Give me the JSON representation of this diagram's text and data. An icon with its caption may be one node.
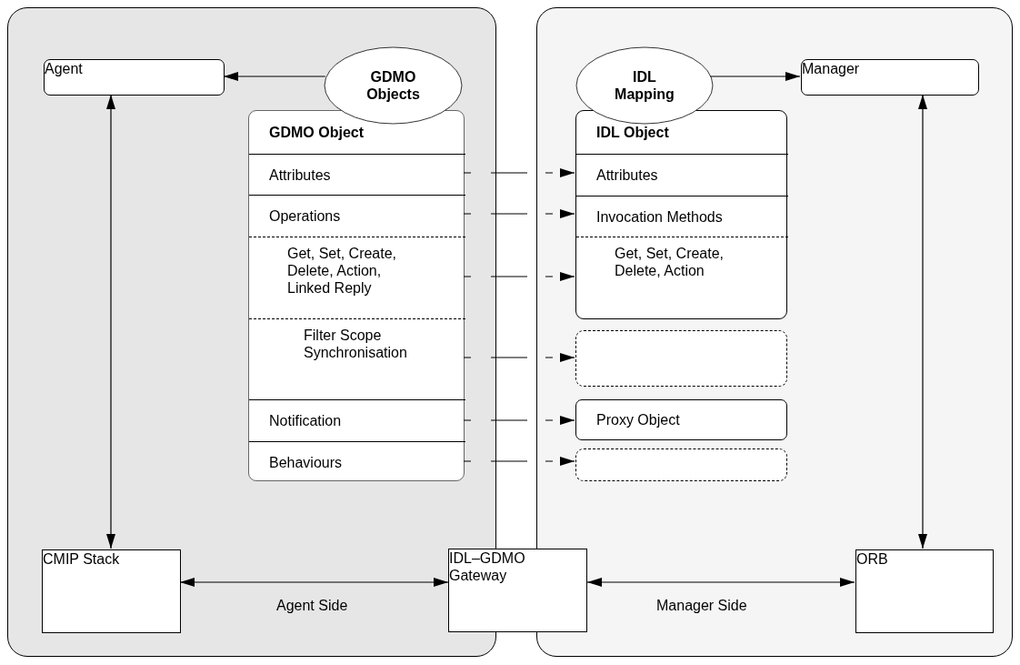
{
  "diagram": {
    "nodes": [
      {
        "text": [],
        "shape": "box"
      },
      {
        "text": [],
        "shape": "box"
      },
      {
        "text": [
          "Agent"
        ],
        "in": 0
      },
      {
        "text": [
          "GDMO Objects"
        ],
        "in": 0
      },
      {
        "text": [
          "GDMO Object"
        ],
        "in": 0
      },
      {
        "text": [
          "Attributes"
        ],
        "in": 4
      },
      {
        "text": [
          "Operations"
        ],
        "in": 4
      },
      {
        "text": [
          "Get, Set, Create, Delete, Action, Linked Reply"
        ],
        "in": 4
      },
      {
        "text": [
          "Filter Scope Synchronisation"
        ],
        "in": 4
      },
      {
        "text": [
          "Notification"
        ],
        "in": 4
      },
      {
        "text": [
          "Behaviours"
        ],
        "in": 4
      },
      {
        "text": [
          "IDL Mapping"
        ],
        "in": 1
      },
      {
        "text": [
          "Manager"
        ],
        "in": 1
      },
      {
        "text": [
          "IDL Object"
        ],
        "in": 1
      },
      {
        "text": [
          "Attributes"
        ],
        "in": 13
      },
      {
        "text": [
          "Invocation Methods"
        ],
        "in": 13
      },
      {
        "text": [
          "Get, Set, Create, Delete, Action"
        ],
        "in": 13
      },
      {
        "text": [],
        "shape": "box",
        "in": 1
      },
      {
        "text": [
          "Proxy Object"
        ],
        "in": 1
      },
      {
        "text": [],
        "shape": "box",
        "in": 1
      },
      {
        "text": [
          "CMIP Stack"
        ],
        "in": 0
      },
      {
        "text": [
          "IDL–GDMO Gateway"
        ]
      },
      {
        "text": [
          "ORB"
        ],
        "in": 1
      }
    ],
    "edges": [
      {
        "from": 3,
        "to": 2,
        "arrow": "to"
      },
      {
        "from": 11,
        "to": 12,
        "arrow": "to"
      },
      {
        "from": 2,
        "to": 20,
        "arrow": "both"
      },
      {
        "from": 12,
        "to": 22,
        "arrow": "both"
      },
      {
        "from": 20,
        "to": 21,
        "arrow": "both",
        "label": "Agent Side"
      },
      {
        "from": 21,
        "to": 22,
        "arrow": "both",
        "label": "Manager Side"
      },
      {
        "from": 5,
        "to": 14,
        "arrow": "to",
        "style": "dashed"
      },
      {
        "from": 6,
        "to": 15,
        "arrow": "to",
        "style": "dashed"
      },
      {
        "from": 7,
        "to": 16,
        "arrow": "to",
        "style": "dashed"
      },
      {
        "from": 8,
        "to": 17,
        "arrow": "to",
        "style": "dashed"
      },
      {
        "from": 9,
        "to": 18,
        "arrow": "to",
        "style": "dashed"
      },
      {
        "from": 10,
        "to": 19,
        "arrow": "to",
        "style": "dashed"
      }
    ]
  }
}
